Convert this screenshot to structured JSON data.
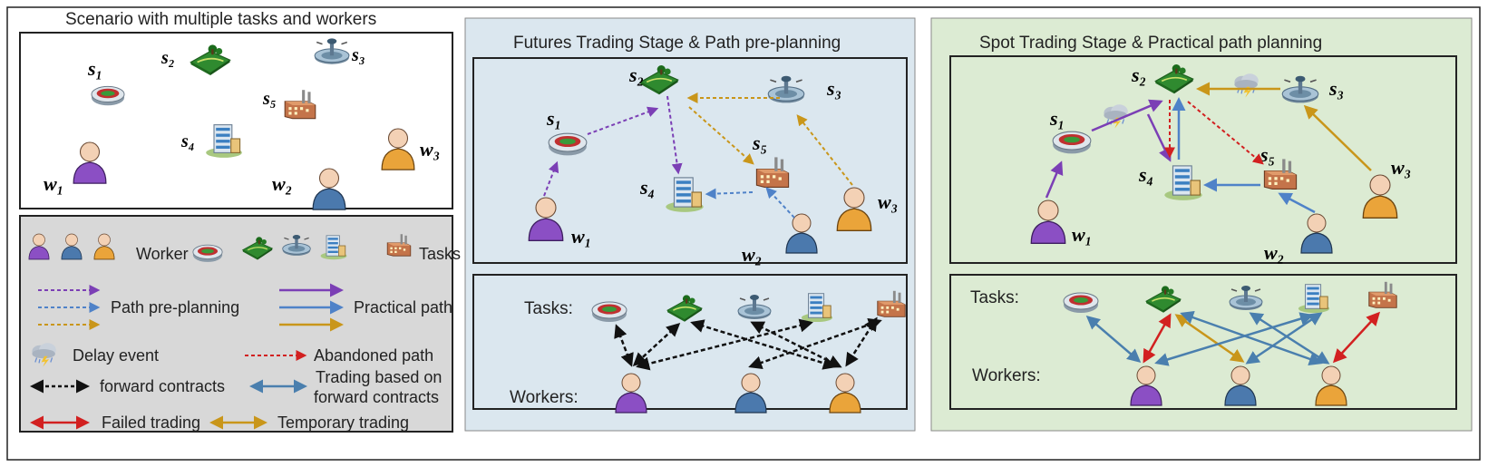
{
  "colors": {
    "mid_panel_bg": "#dbe7ef",
    "right_panel_bg": "#dcebd3",
    "legend_bg": "#d8d8d8",
    "purple": "#7b3fb5",
    "blue": "#4f82c8",
    "gold": "#c9961a",
    "red": "#d22020",
    "black": "#111111",
    "steelblue": "#4a7fae"
  },
  "panels": {
    "scenario": {
      "title": "Scenario with multiple tasks  and workers",
      "labels": {
        "s1": "s₁",
        "s2": "s₂",
        "s3": "s₃",
        "s4": "s₄",
        "s5": "s₅",
        "w1": "w₁",
        "w2": "w₂",
        "w3": "w₃"
      }
    },
    "futures": {
      "title": "Futures Trading Stage & Path pre-planning",
      "tasks_label": "Tasks:",
      "workers_label": "Workers:"
    },
    "spot": {
      "title": "Spot Trading Stage & Practical path planning",
      "tasks_label": "Tasks:",
      "workers_label": "Workers:"
    }
  },
  "legend": {
    "worker": "Worker",
    "tasks": "Tasks",
    "path_preplanning": "Path pre-planning",
    "practical_path": "Practical path",
    "delay_event": "Delay event",
    "abandoned_path": "Abandoned path",
    "forward_contracts": "forward contracts",
    "trading_forward_line1": "Trading based on",
    "trading_forward_line2": "forward contracts",
    "failed_trading": "Failed trading",
    "temporary_trading": "Temporary trading"
  },
  "icons": {
    "stadium": "stadium-icon",
    "park": "park-icon",
    "tower": "control-tower-icon",
    "office": "office-building-icon",
    "factory": "factory-icon",
    "worker": "worker-person-icon",
    "cloud": "storm-cloud-icon"
  }
}
